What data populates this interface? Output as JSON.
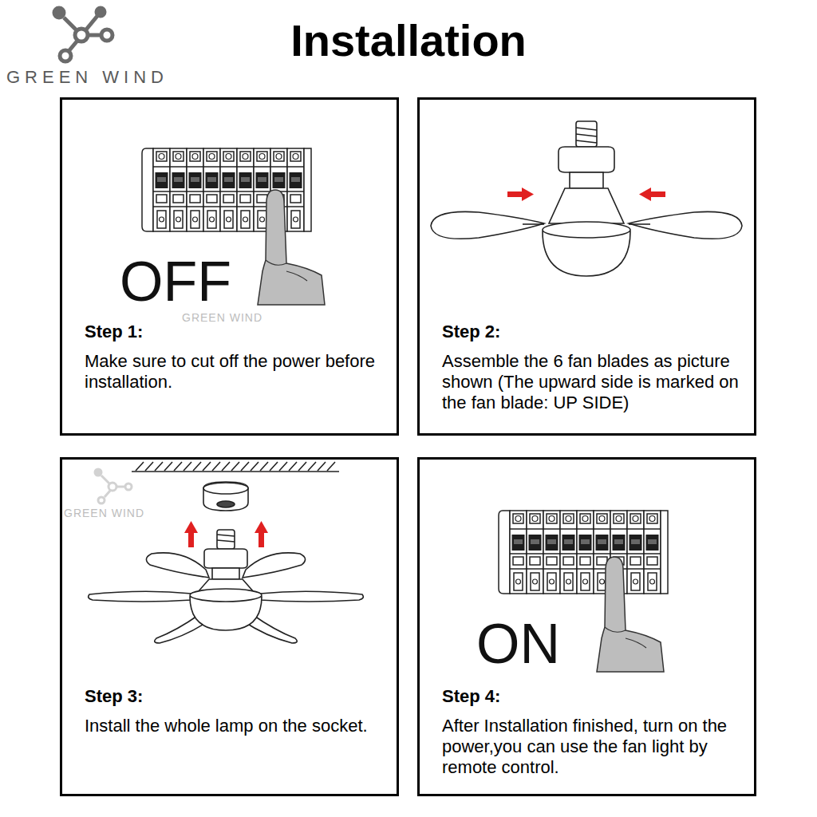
{
  "diagram": {
    "title": "Installation",
    "nodes": [
      {
        "text": [
          "Step 1:",
          "Make sure to cut off the power before installation."
        ]
      },
      {
        "text": [
          "Step 2:",
          "Assemble the 6 fan blades as picture shown (The upward side is marked on the fan blade: UP SIDE)"
        ]
      },
      {
        "text": [
          "Step 3:",
          "Install the whole lamp on the socket."
        ]
      },
      {
        "text": [
          "Step 4:",
          "After Installation finished, turn on the power,you can use the fan light by remote control."
        ]
      }
    ],
    "labels": [
      "GREEN WIND",
      "OFF",
      "GREEN WIND",
      "GREEN WIND",
      "ON"
    ]
  }
}
